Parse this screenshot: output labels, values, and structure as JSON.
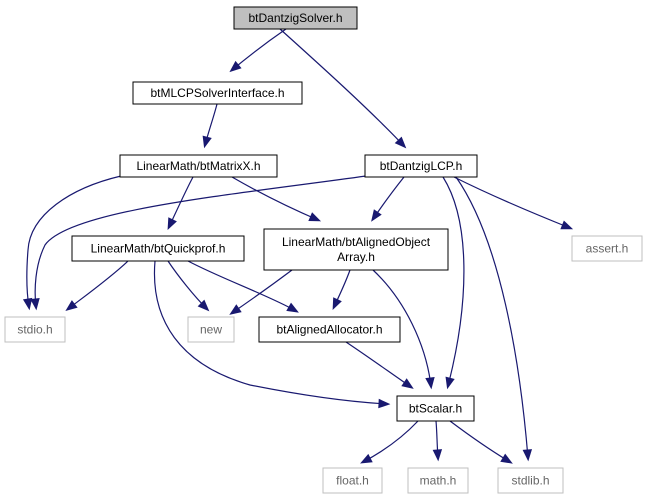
{
  "graph": {
    "edge_color": "#191970",
    "nodes": {
      "btDantzigSolver": {
        "label": "btDantzigSolver.h",
        "style": "primary"
      },
      "btMLCPSolverInterface": {
        "label": "btMLCPSolverInterface.h",
        "style": "normal"
      },
      "btMatrixX": {
        "label": "LinearMath/btMatrixX.h",
        "style": "normal"
      },
      "btDantzigLCP": {
        "label": "btDantzigLCP.h",
        "style": "normal"
      },
      "btQuickprof": {
        "label": "LinearMath/btQuickprof.h",
        "style": "normal"
      },
      "btAlignedObjectArray": {
        "label": [
          "LinearMath/btAlignedObject",
          "Array.h"
        ],
        "style": "normal"
      },
      "assert": {
        "label": "assert.h",
        "style": "external"
      },
      "stdio": {
        "label": "stdio.h",
        "style": "external"
      },
      "new": {
        "label": "new",
        "style": "external"
      },
      "btAlignedAllocator": {
        "label": "btAlignedAllocator.h",
        "style": "normal"
      },
      "btScalar": {
        "label": "btScalar.h",
        "style": "normal"
      },
      "float": {
        "label": "float.h",
        "style": "external"
      },
      "math": {
        "label": "math.h",
        "style": "external"
      },
      "stdlib": {
        "label": "stdlib.h",
        "style": "external"
      }
    },
    "edges": [
      {
        "from": "btDantzigSolver",
        "to": "btMLCPSolverInterface"
      },
      {
        "from": "btDantzigSolver",
        "to": "btDantzigLCP"
      },
      {
        "from": "btMLCPSolverInterface",
        "to": "btMatrixX"
      },
      {
        "from": "btMatrixX",
        "to": "stdio"
      },
      {
        "from": "btMatrixX",
        "to": "btQuickprof"
      },
      {
        "from": "btMatrixX",
        "to": "btAlignedObjectArray"
      },
      {
        "from": "btDantzigLCP",
        "to": "stdio"
      },
      {
        "from": "btDantzigLCP",
        "to": "btAlignedObjectArray"
      },
      {
        "from": "btDantzigLCP",
        "to": "assert"
      },
      {
        "from": "btDantzigLCP",
        "to": "btScalar"
      },
      {
        "from": "btDantzigLCP",
        "to": "stdlib"
      },
      {
        "from": "btQuickprof",
        "to": "stdio"
      },
      {
        "from": "btQuickprof",
        "to": "new"
      },
      {
        "from": "btQuickprof",
        "to": "btAlignedAllocator"
      },
      {
        "from": "btQuickprof",
        "to": "btScalar"
      },
      {
        "from": "btAlignedObjectArray",
        "to": "new"
      },
      {
        "from": "btAlignedObjectArray",
        "to": "btAlignedAllocator"
      },
      {
        "from": "btAlignedObjectArray",
        "to": "btScalar"
      },
      {
        "from": "btAlignedAllocator",
        "to": "btScalar"
      },
      {
        "from": "btScalar",
        "to": "float"
      },
      {
        "from": "btScalar",
        "to": "math"
      },
      {
        "from": "btScalar",
        "to": "stdlib"
      }
    ]
  }
}
